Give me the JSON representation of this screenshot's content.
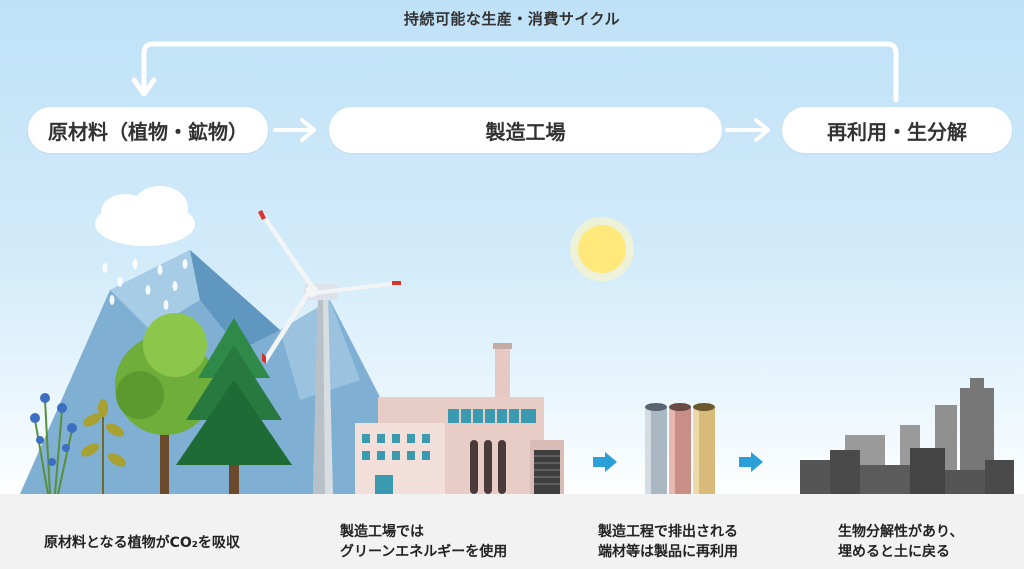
{
  "cycle": {
    "label": "持続可能な生産・消費サイクル"
  },
  "stages": [
    {
      "label": "原材料（植物・鉱物）"
    },
    {
      "label": "製造工場"
    },
    {
      "label": "再利用・生分解"
    }
  ],
  "captions": [
    "原材料となる植物がCO₂を吸収",
    "製造工場では\nグリーンエネルギーを使用",
    "製造工程で排出される\n端材等は製品に再利用",
    "生物分解性があり、\n埋めると土に戻る"
  ],
  "icons": {
    "flow_arrow": "arrow-right-icon",
    "step_arrow": "blue-triangle-arrow-icon",
    "loop_arrow": "loop-arrow-icon"
  },
  "colors": {
    "sky_top": "#bfe1f7",
    "pill_text": "#333333",
    "step_arrow": "#2a9fd8",
    "footer_bg": "#f2f2f2"
  }
}
